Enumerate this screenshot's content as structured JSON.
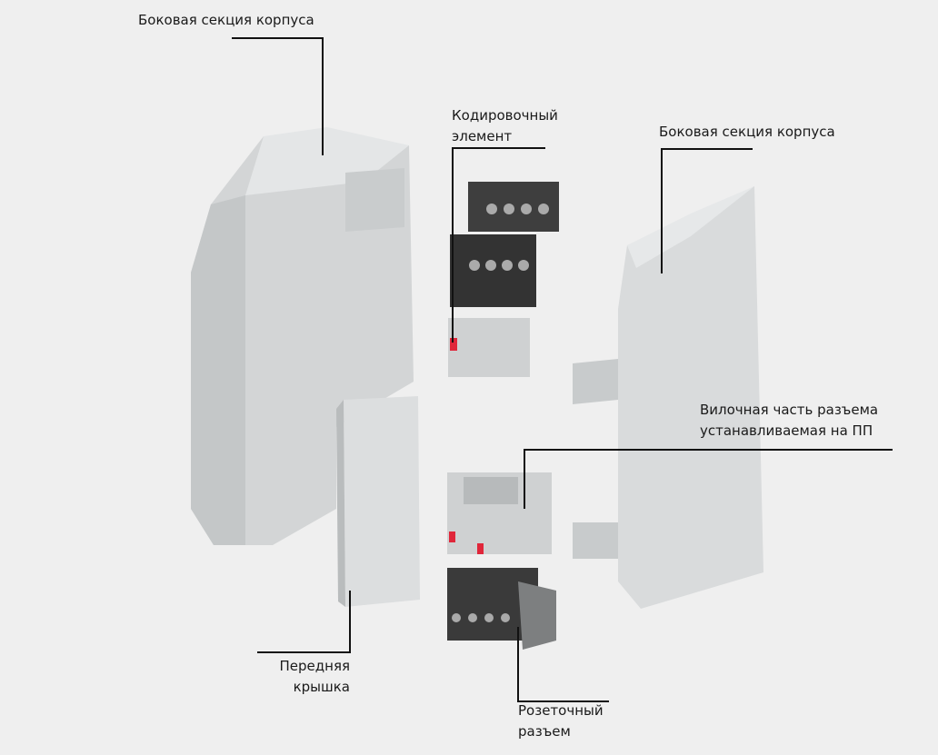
{
  "labels": {
    "side_section_left": "Боковая секция корпуса",
    "coding_element_line1": "Кодировочный",
    "coding_element_line2": "элемент",
    "side_section_right": "Боковая секция корпуса",
    "pcb_plug_line1": "Вилочная часть разъема",
    "pcb_plug_line2": "устанавливаемая на ПП",
    "front_cover_line1": "Передняя",
    "front_cover_line2": "крышка",
    "socket_line1": "Розеточный",
    "socket_line2": "разъем"
  },
  "colors": {
    "background": "#efefef",
    "housing": "#d6d8d9",
    "connector": "#3a3a3a",
    "coding": "#e0263a"
  }
}
